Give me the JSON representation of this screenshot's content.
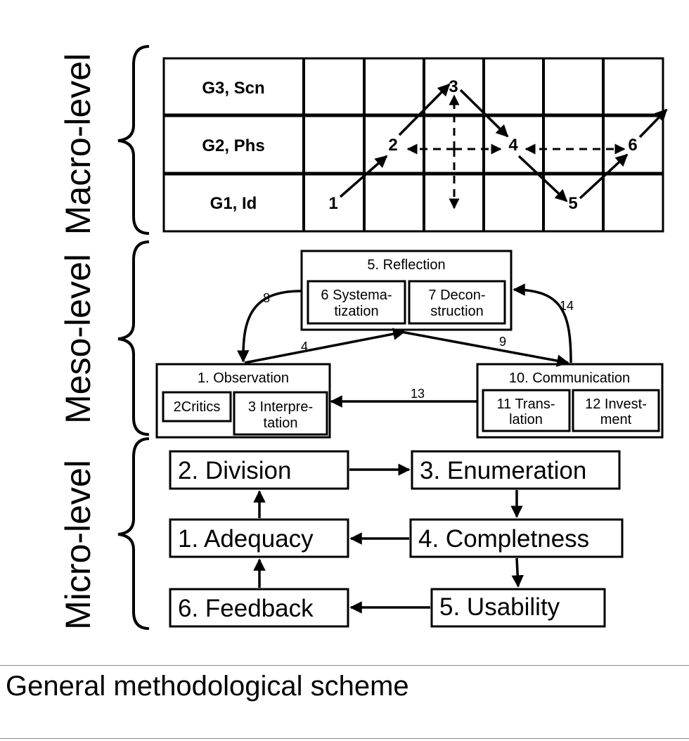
{
  "levels": {
    "macro": "Macro-level",
    "meso": "Meso-level",
    "micro": "Micro-level"
  },
  "macro": {
    "rows": [
      "G3, Scn",
      "G2, Phs",
      "G1, Id"
    ],
    "points": [
      "1",
      "2",
      "3",
      "4",
      "5",
      "6"
    ]
  },
  "meso": {
    "reflection": {
      "title": "5. Reflection",
      "sub1": [
        "6 Systema-",
        "tization"
      ],
      "sub2": [
        "7 Decon-",
        "struction"
      ]
    },
    "observation": {
      "title": "1. Observation",
      "sub1": "2Critics",
      "sub2": [
        "3 Interpre-",
        "tation"
      ]
    },
    "communication": {
      "title": "10. Communication",
      "sub1": [
        "11 Trans-",
        "lation"
      ],
      "sub2": [
        "12 Invest-",
        "ment"
      ]
    },
    "arrows": {
      "a8": "8",
      "a14": "14",
      "a4": "4",
      "a9": "9",
      "a13": "13"
    }
  },
  "micro": {
    "division": "2. Division",
    "enumeration": "3. Enumeration",
    "adequacy": "1. Adequacy",
    "completeness": "4. Completness",
    "feedback": "6. Feedback",
    "usability": "5. Usability"
  },
  "caption": "General methodological scheme",
  "colors": {
    "stroke": "#000000",
    "background": "#ffffff",
    "divider": "#888888"
  }
}
